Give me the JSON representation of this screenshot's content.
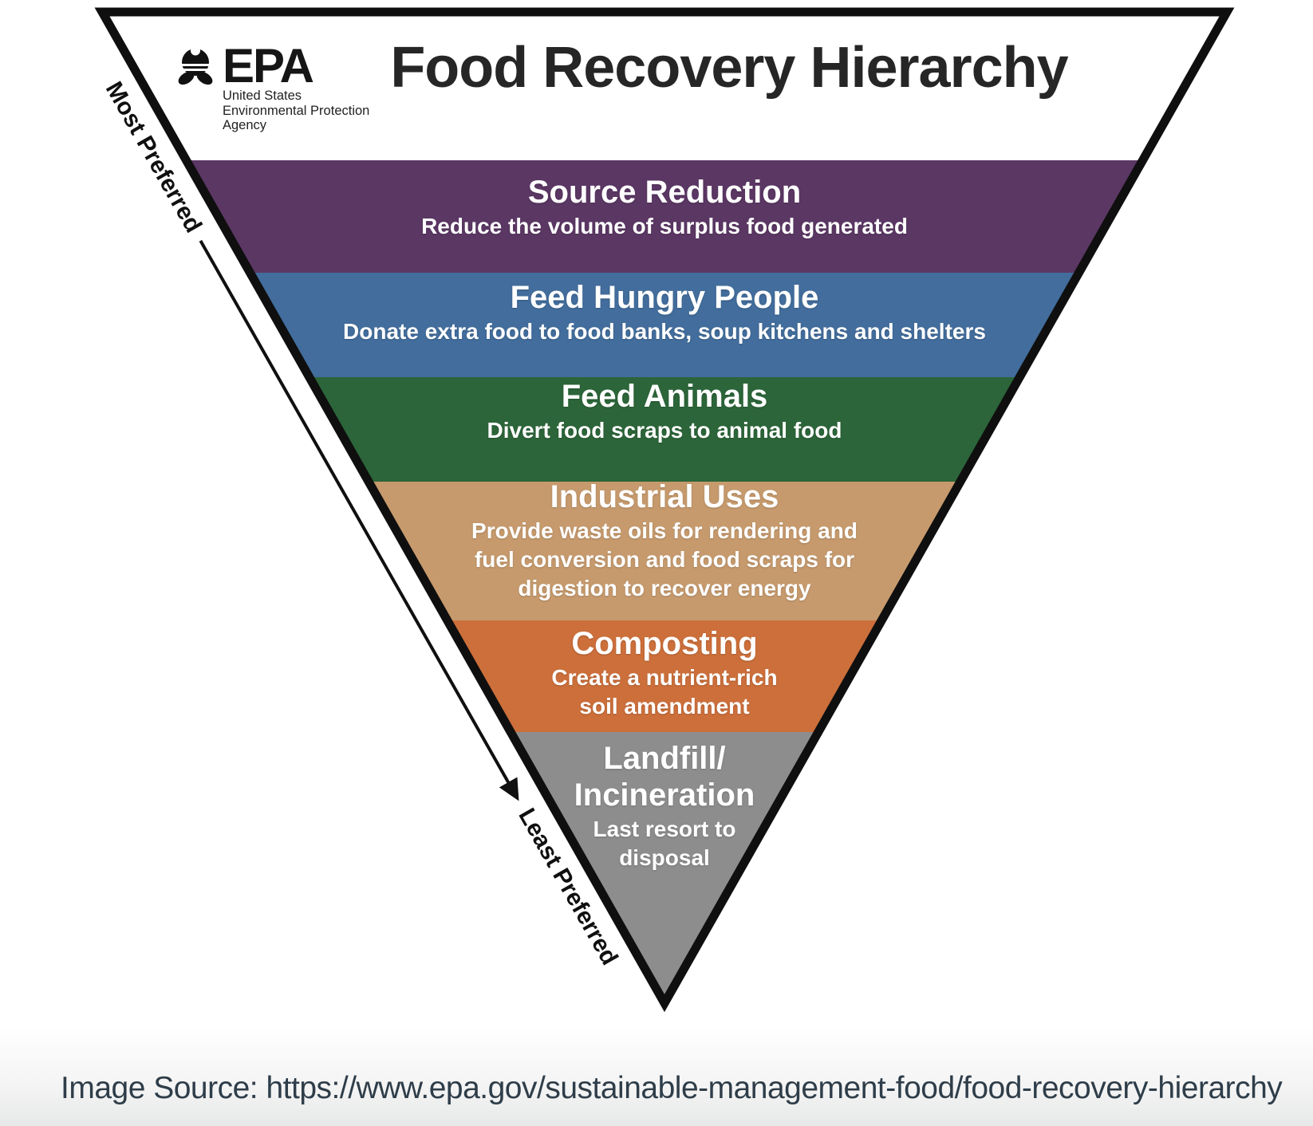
{
  "header": {
    "epa_acronym": "EPA",
    "epa_org": "United States\nEnvironmental Protection\nAgency",
    "title": "Food Recovery Hierarchy"
  },
  "axis": {
    "most_label": "Most Preferred",
    "least_label": "Least Preferred"
  },
  "outline_color": "#0f0f0f",
  "bands": [
    {
      "id": "source-reduction",
      "color": "#5b3764",
      "title": "Source Reduction",
      "subtitle": "Reduce the volume of surplus food generated"
    },
    {
      "id": "feed-hungry-people",
      "color": "#426d9c",
      "title": "Feed Hungry People",
      "subtitle": "Donate extra food to food banks, soup kitchens and shelters"
    },
    {
      "id": "feed-animals",
      "color": "#2c6539",
      "title": "Feed Animals",
      "subtitle": "Divert food scraps to animal food"
    },
    {
      "id": "industrial-uses",
      "color": "#c69a6d",
      "title": "Industrial Uses",
      "subtitle": "Provide waste oils for rendering and\nfuel conversion and food scraps for\ndigestion to recover energy"
    },
    {
      "id": "composting",
      "color": "#cc6f3b",
      "title": "Composting",
      "subtitle": "Create a nutrient-rich\nsoil amendment"
    },
    {
      "id": "landfill-incineration",
      "color": "#8d8d8d",
      "title": "Landfill/\nIncineration",
      "subtitle": "Last resort to\ndisposal"
    }
  ],
  "footer": {
    "source_text": "Image Source: https://www.epa.gov/sustainable-management-food/food-recovery-hierarchy"
  }
}
